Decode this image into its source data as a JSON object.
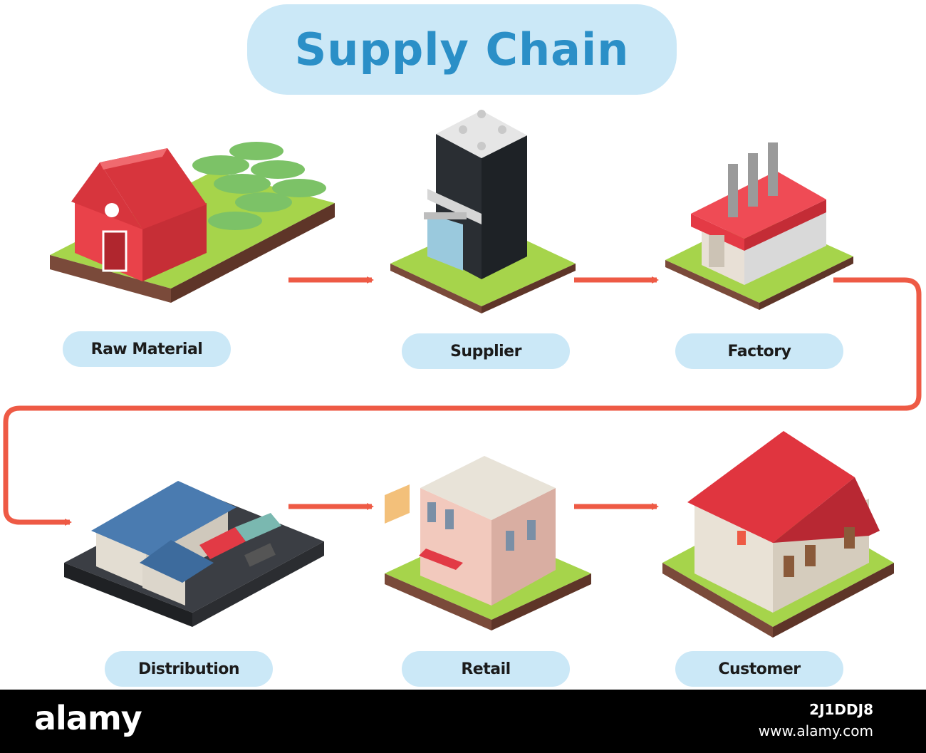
{
  "title": "Supply Chain",
  "stages": [
    {
      "label": "Raw Material",
      "icon": "barn-farm-icon"
    },
    {
      "label": "Supplier",
      "icon": "office-tower-icon"
    },
    {
      "label": "Factory",
      "icon": "factory-icon"
    },
    {
      "label": "Distribution",
      "icon": "warehouse-trucks-icon"
    },
    {
      "label": "Retail",
      "icon": "retail-store-icon"
    },
    {
      "label": "Customer",
      "icon": "house-icon"
    }
  ],
  "colors": {
    "pill": "#cbe8f7",
    "title": "#2b8fc7",
    "arrow": "#ee5a45",
    "grass": "#a6d44b",
    "soil": "#7a4a3a"
  },
  "footer": {
    "logo": "alamy",
    "image_id": "2J1DDJ8",
    "url": "www.alamy.com"
  }
}
